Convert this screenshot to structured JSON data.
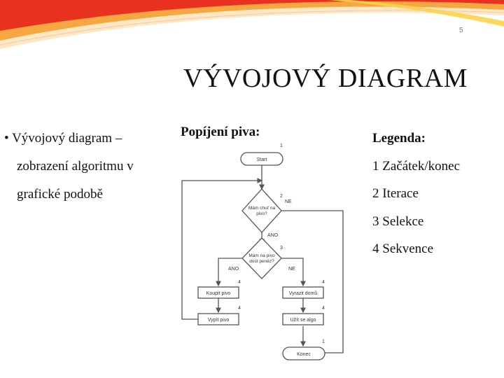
{
  "slide": {
    "page_number": "5",
    "title": "VÝVOJOVÝ DIAGRAM"
  },
  "left": {
    "bullet_glyph": "•",
    "line1": "Vývojový diagram –",
    "line2": "zobrazení algoritmu v",
    "line3": "grafické podobě"
  },
  "middle": {
    "heading": "Popíjení piva:"
  },
  "legend": {
    "heading": "Legenda:",
    "items": [
      "1 Začátek/konec",
      "2 Iterace",
      "3 Selekce",
      "4 Sekvence"
    ]
  },
  "flowchart": {
    "start": "Start",
    "decision1": [
      "Mám chuť na",
      "pivo?"
    ],
    "decision2": [
      "Mám na pivo",
      "dost peněz?"
    ],
    "buy": "Koupit pivo",
    "drink": "Vypít pivo",
    "go_home": "Vyrazit domů",
    "eat": "Užít se algo",
    "end": "Konec",
    "yes": "ANO",
    "no": "NE",
    "num_start": "1",
    "num_decision1": "2",
    "num_decision2": "3",
    "num_buy": "4",
    "num_drink": "4",
    "num_go_home": "4",
    "num_eat": "4",
    "num_end": "1"
  },
  "colors": {
    "swoosh_red": "#e8321f",
    "swoosh_orange": "#f59b2a",
    "swoosh_yellow": "#fcd34a",
    "line": "#555555"
  }
}
